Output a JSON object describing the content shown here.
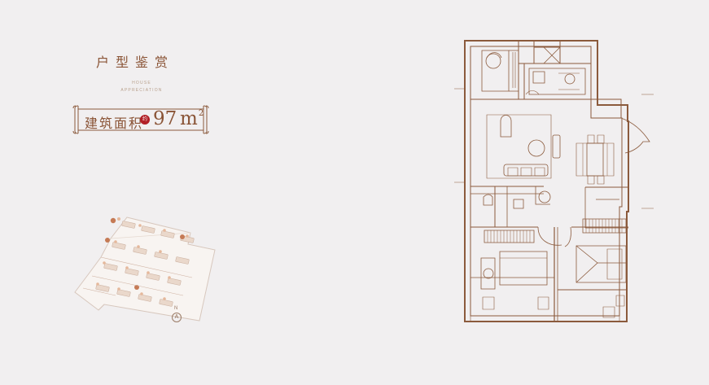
{
  "header": {
    "title": "户型鉴赏",
    "subtitle_lines": [
      "HOUSE",
      "APPRECIATION"
    ]
  },
  "area_banner": {
    "label": "建筑面积",
    "badge": "约",
    "number": "97",
    "unit": "m",
    "unit_exp": "2"
  },
  "site_plan": {
    "north_label": "N",
    "compass_label": "A"
  },
  "colors": {
    "background": "#f1eff0",
    "line": "#8b5a3c",
    "accent": "#b21f26"
  }
}
